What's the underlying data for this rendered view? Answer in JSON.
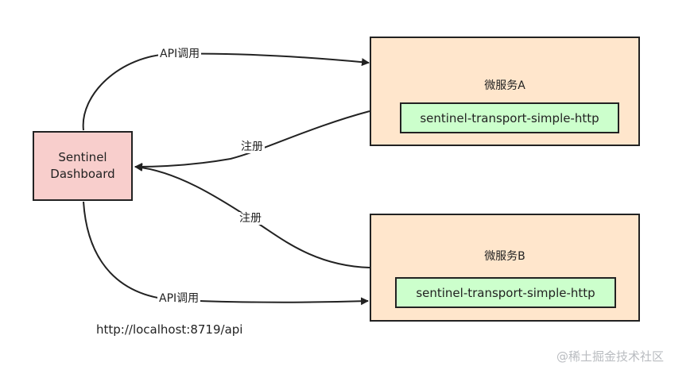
{
  "dashboard": {
    "line1": "Sentinel",
    "line2": "Dashboard"
  },
  "service_a": {
    "title": "微服务A",
    "component": "sentinel-transport-simple-http"
  },
  "service_b": {
    "title": "微服务B",
    "component": "sentinel-transport-simple-http"
  },
  "edges": {
    "api_call_a": "API调用",
    "register_a": "注册",
    "register_b": "注册",
    "api_call_b": "API调用"
  },
  "url": "http://localhost:8719/api",
  "watermark": "@稀土掘金技术社区",
  "colors": {
    "dashboard_fill": "#f8cecc",
    "service_fill": "#ffe6cc",
    "component_fill": "#ccffcc",
    "stroke": "#222222"
  }
}
